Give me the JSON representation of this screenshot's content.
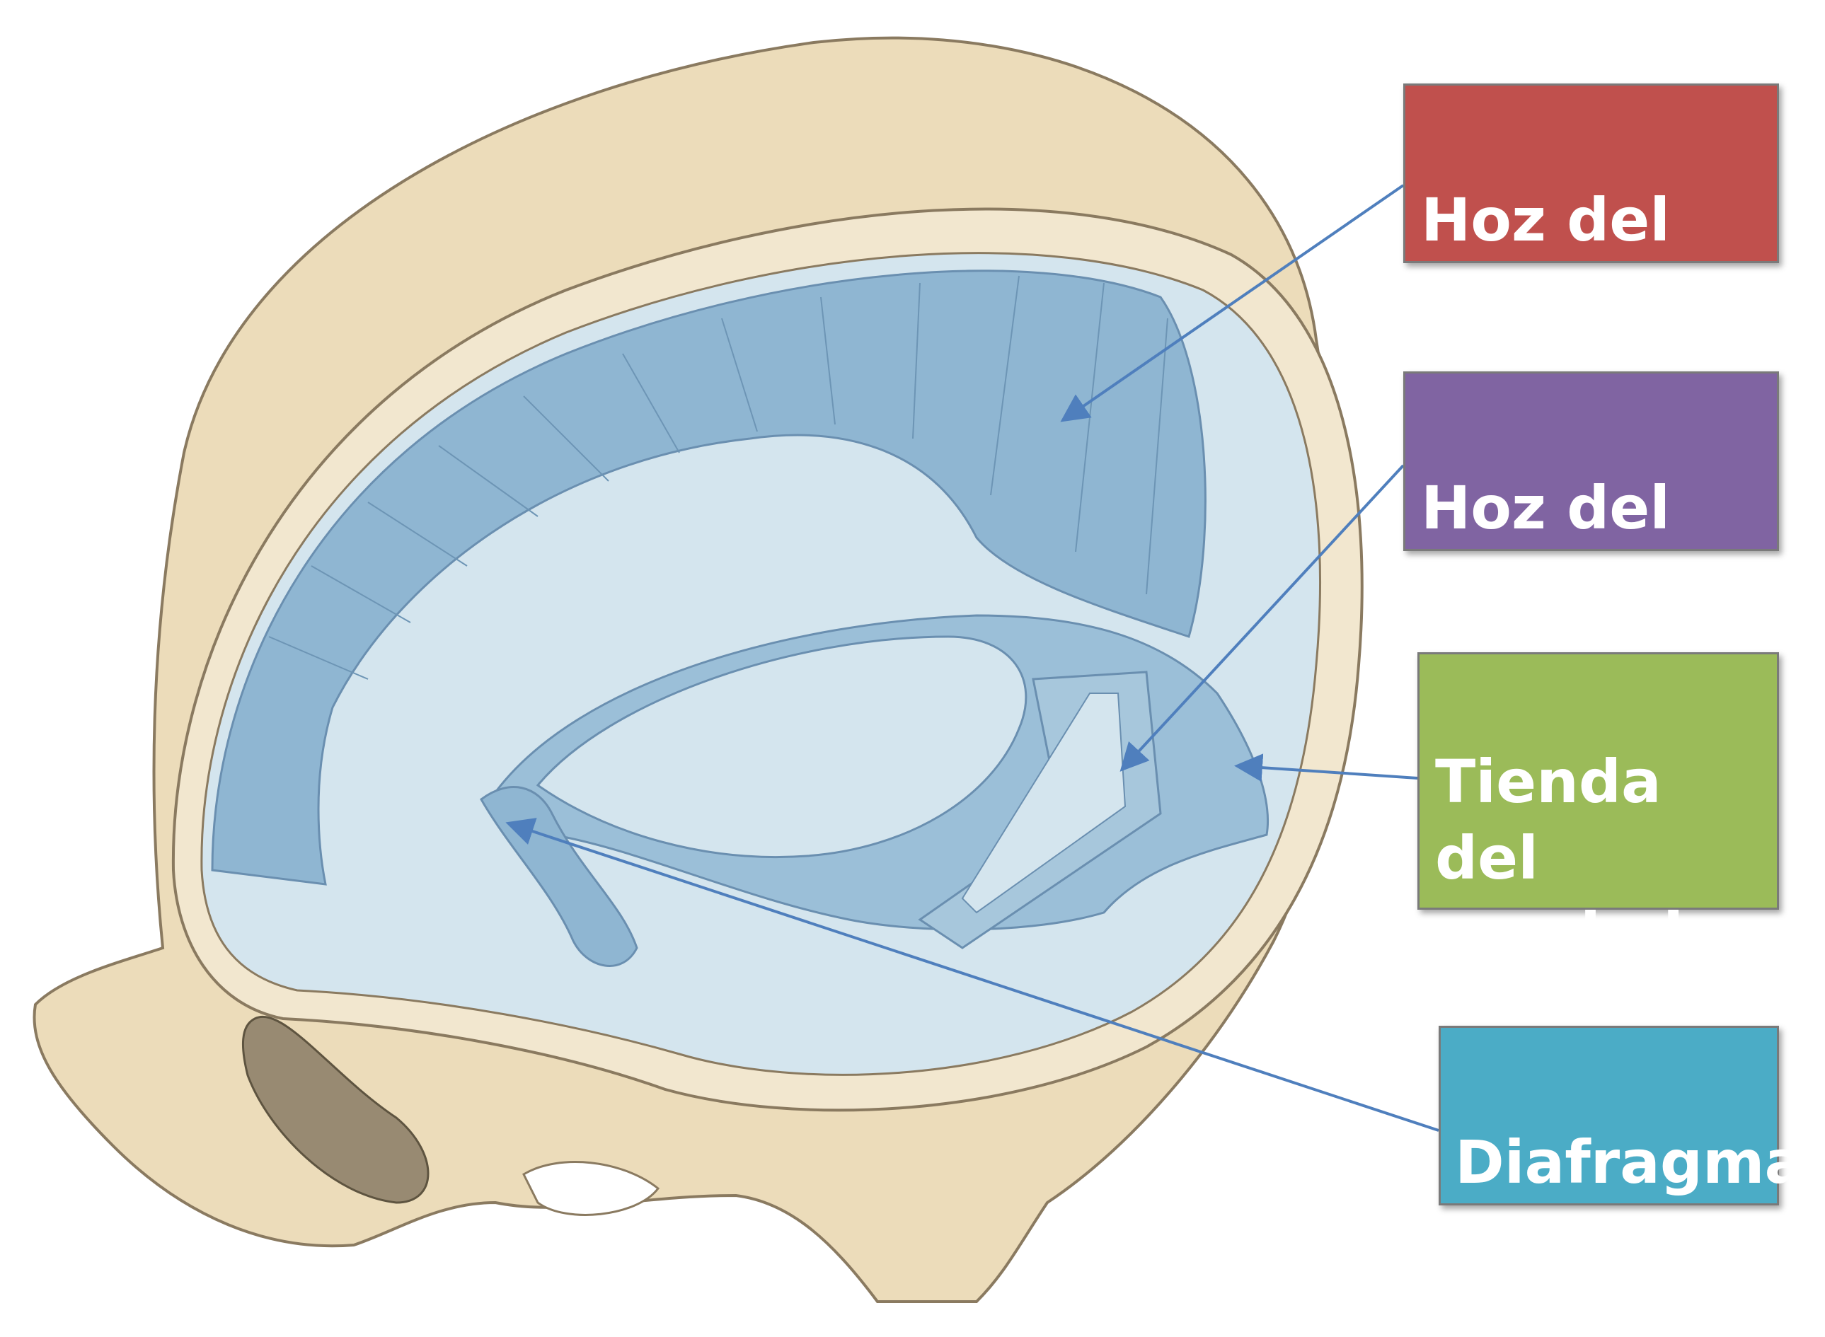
{
  "labels": {
    "hoz_cerebro": {
      "text": "Hoz del\ncerebro",
      "color": "#c0504d"
    },
    "hoz_cerebelo": {
      "text": "Hoz del\ncerebelo",
      "color": "#8064a2"
    },
    "tienda_cerebelo": {
      "text": "Tienda\ndel\ncerebelo",
      "color": "#9bbb59"
    },
    "diafragma_selar": {
      "text": "Diafragma\nselar",
      "color": "#4bacc6"
    }
  },
  "colors": {
    "bone": "#ecdcba",
    "bone_outline": "#8a7a60",
    "dura_dark": "#8fb6d2",
    "dura_light": "#d4e5ee",
    "leader_line": "#4f7fbd"
  }
}
